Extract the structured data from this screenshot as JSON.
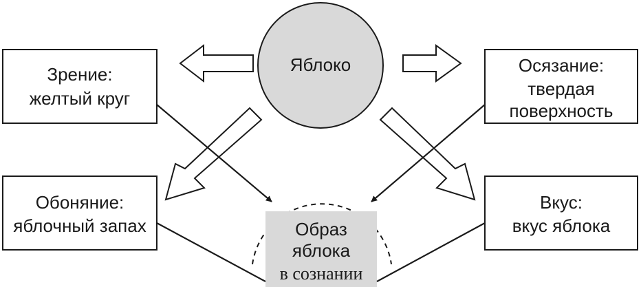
{
  "center": {
    "label": "Яблоко",
    "fill": "#d9d9d9"
  },
  "boxes": {
    "sight": {
      "line1": "Зрение:",
      "line2": "желтый круг"
    },
    "touch": {
      "line1": "Осязание:",
      "line2": "твердая",
      "line3": "поверхность"
    },
    "smell": {
      "line1": "Обоняние:",
      "line2": "яблочный запах"
    },
    "taste": {
      "line1": "Вкус:",
      "line2": "вкус яблока"
    }
  },
  "result": {
    "line1": "Образ",
    "line2": "яблока",
    "line3": "в сознании",
    "fill": "#d9d9d9"
  },
  "colors": {
    "stroke": "#1a1a1a",
    "text": "#1a1a1a",
    "background": "#ffffff"
  }
}
